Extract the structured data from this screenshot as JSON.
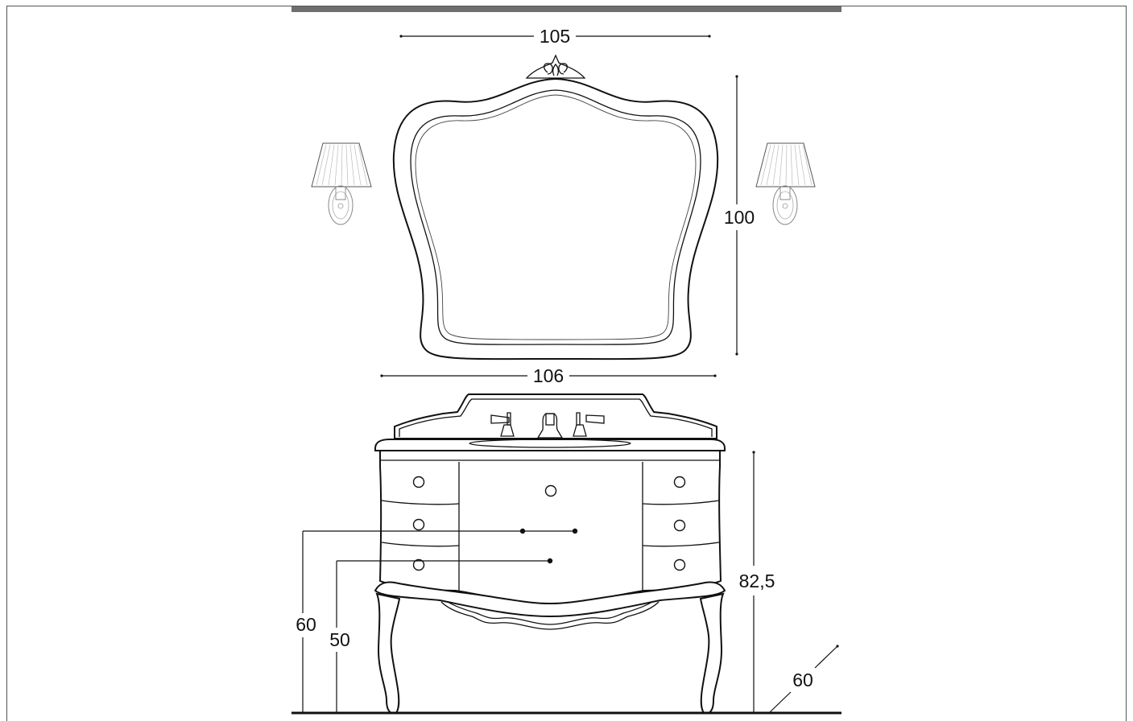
{
  "dimensions": {
    "mirror_width": "105",
    "mirror_height": "100",
    "cabinet_width": "106",
    "cabinet_height": "82,5",
    "depth": "60",
    "drain_height_60": "60",
    "drain_height_50": "50"
  },
  "colors": {
    "top_bar": "#6e6e6e",
    "line": "#111111",
    "background": "#ffffff"
  }
}
